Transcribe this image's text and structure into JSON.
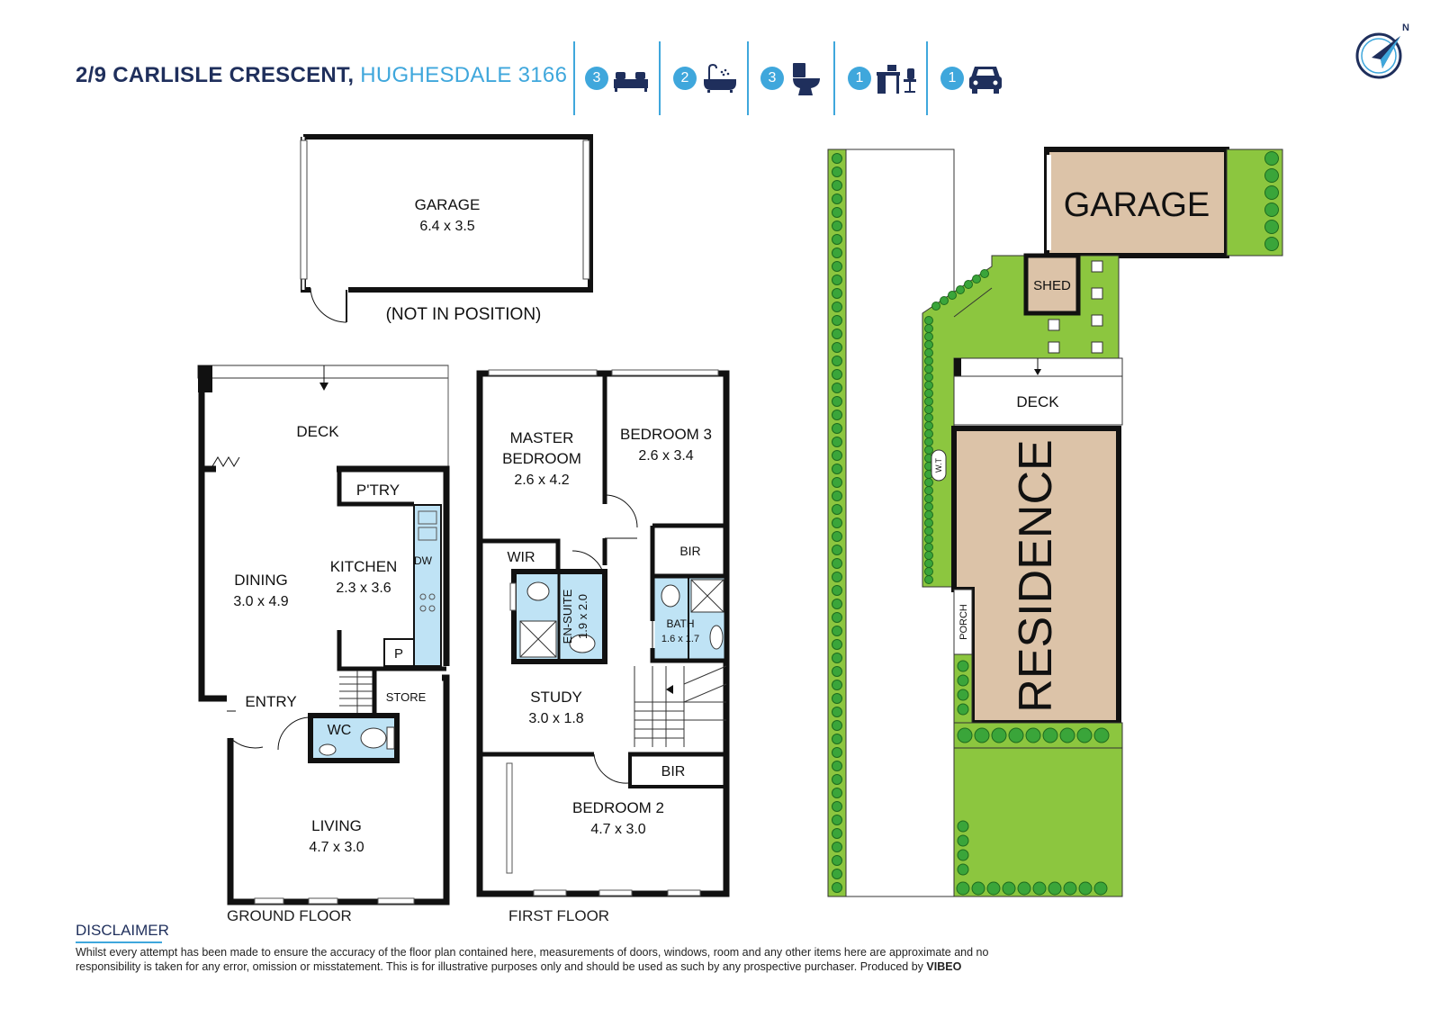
{
  "header": {
    "address": "2/9 CARLISLE CRESCENT,",
    "suburb": "HUGHESDALE 3166"
  },
  "features": [
    {
      "count": "3",
      "icon": "bed-icon"
    },
    {
      "count": "2",
      "icon": "bathtub-icon"
    },
    {
      "count": "3",
      "icon": "toilet-icon"
    },
    {
      "count": "1",
      "icon": "desk-icon"
    },
    {
      "count": "1",
      "icon": "car-icon"
    }
  ],
  "compass": {
    "label": "N"
  },
  "garage_plan": {
    "name": "GARAGE",
    "size": "6.4 x 3.5",
    "note": "(NOT IN POSITION)"
  },
  "ground_floor": {
    "label": "GROUND FLOOR",
    "rooms": {
      "deck": "DECK",
      "pantry": "P'TRY",
      "dining": "DINING",
      "dining_size": "3.0 x 4.9",
      "kitchen": "KITCHEN",
      "kitchen_size": "2.3 x 3.6",
      "dw": "DW",
      "p": "P",
      "entry": "ENTRY",
      "store": "STORE",
      "wc": "WC",
      "living": "LIVING",
      "living_size": "4.7 x 3.0"
    }
  },
  "first_floor": {
    "label": "FIRST FLOOR",
    "rooms": {
      "master_1": "MASTER",
      "master_2": "BEDROOM",
      "master_size": "2.6 x 4.2",
      "bed3": "BEDROOM 3",
      "bed3_size": "2.6 x 3.4",
      "wir": "WIR",
      "bir_upper": "BIR",
      "ensuite": "EN-SUITE",
      "ensuite_size": "1.9 x 2.0",
      "bath": "BATH",
      "bath_size": "1.6 x 1.7",
      "study": "STUDY",
      "study_size": "3.0 x 1.8",
      "bir_lower": "BIR",
      "bed2": "BEDROOM 2",
      "bed2_size": "4.7 x 3.0"
    }
  },
  "site_plan": {
    "garage": "GARAGE",
    "shed": "SHED",
    "deck": "DECK",
    "residence": "RESIDENCE",
    "porch": "PORCH",
    "wt": "W.T"
  },
  "disclaimer": {
    "title": "DISCLAIMER",
    "text": "Whilst every attempt has been made to ensure the accuracy of the floor plan contained  here, measurements of doors, windows, room and any other items here are approximate and no responsibility is taken for any error, omission or misstatement. This is for illustrative purposes only and should be used as such by any prospective purchaser. Produced by",
    "brand": "VIBEO"
  },
  "colors": {
    "navy": "#1f2f5c",
    "accent_blue": "#3fa7dc",
    "wet_area": "#bfe3f5",
    "lawn": "#8cc63f",
    "hedge": "#3aa53a",
    "building": "#dcc3a8"
  }
}
